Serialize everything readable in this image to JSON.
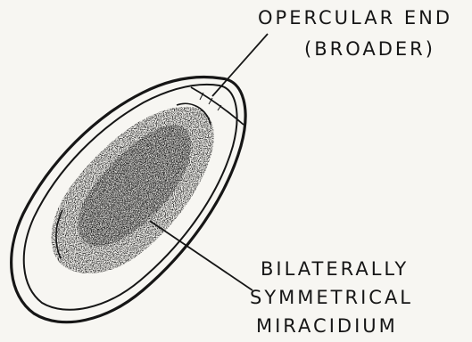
{
  "labels": {
    "opercular_end": [
      "OPERCULAR END",
      "(BROADER)"
    ],
    "miracidium": [
      "BILATERALLY",
      "SYMMETRICAL",
      "MIRACIDIUM"
    ]
  },
  "colors": {
    "ink": "#161616",
    "paper": "#f7f6f2"
  }
}
